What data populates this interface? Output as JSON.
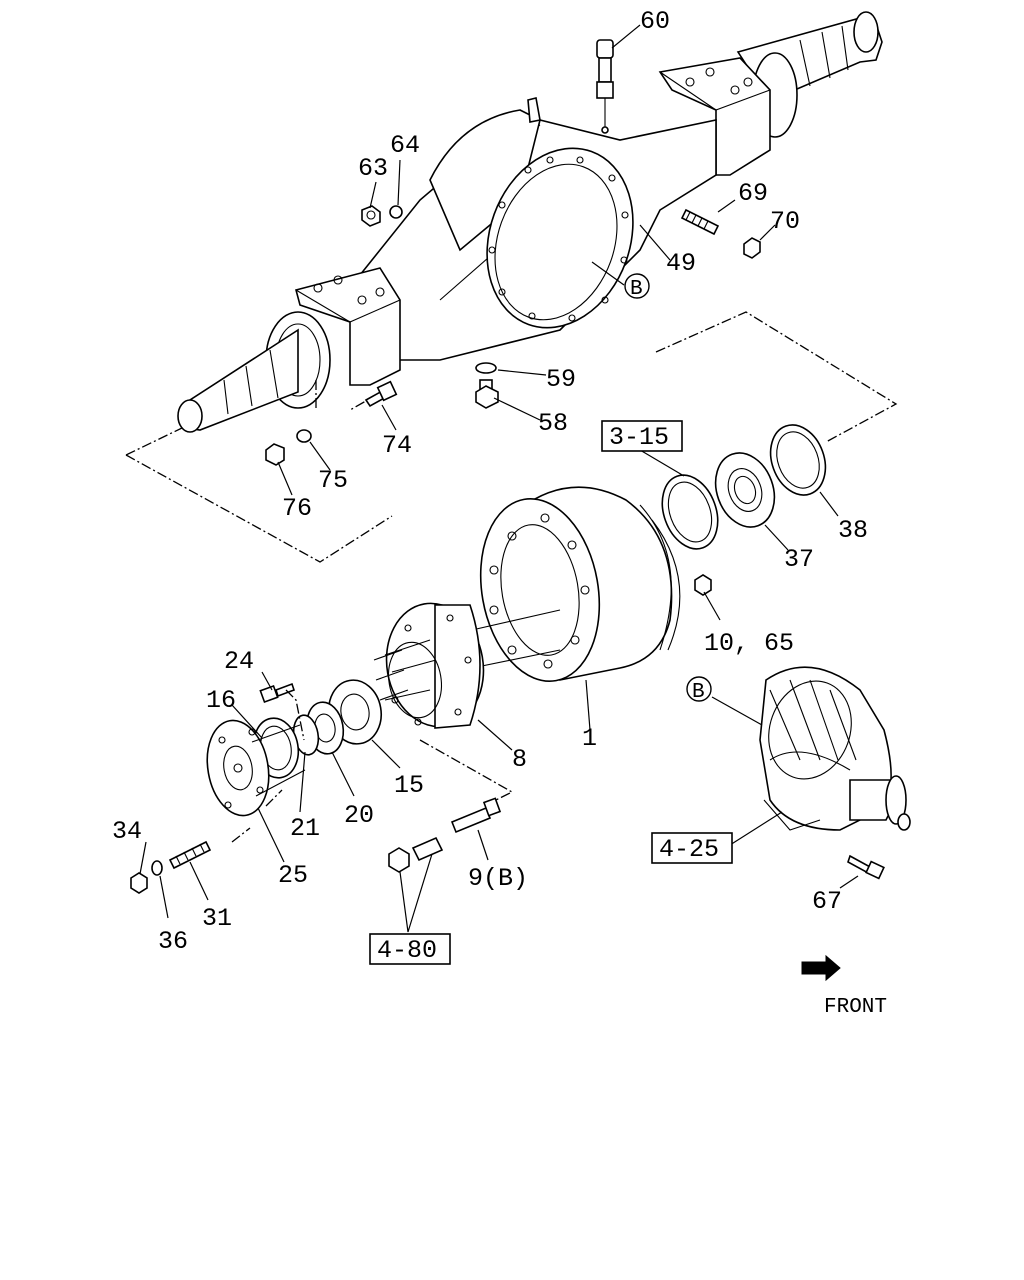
{
  "callouts": {
    "c60": "60",
    "c64": "64",
    "c63": "63",
    "c69": "69",
    "c70": "70",
    "c49": "49",
    "c59": "59",
    "c58": "58",
    "c74": "74",
    "c75": "75",
    "c76": "76",
    "c38": "38",
    "c37": "37",
    "c10_65": "10, 65",
    "c24": "24",
    "c16": "16",
    "c21": "21",
    "c20": "20",
    "c15": "15",
    "c8": "8",
    "c1": "1",
    "c34": "34",
    "c36": "36",
    "c31": "31",
    "c25": "25",
    "c9b": "9(B)",
    "c67": "67"
  },
  "boxed_refs": {
    "r3_15": "3-15",
    "r4_25": "4-25",
    "r4_80": "4-80"
  },
  "circle_refs": {
    "b_upper": "B",
    "b_lower": "B"
  },
  "direction": {
    "front": "FRONT"
  }
}
